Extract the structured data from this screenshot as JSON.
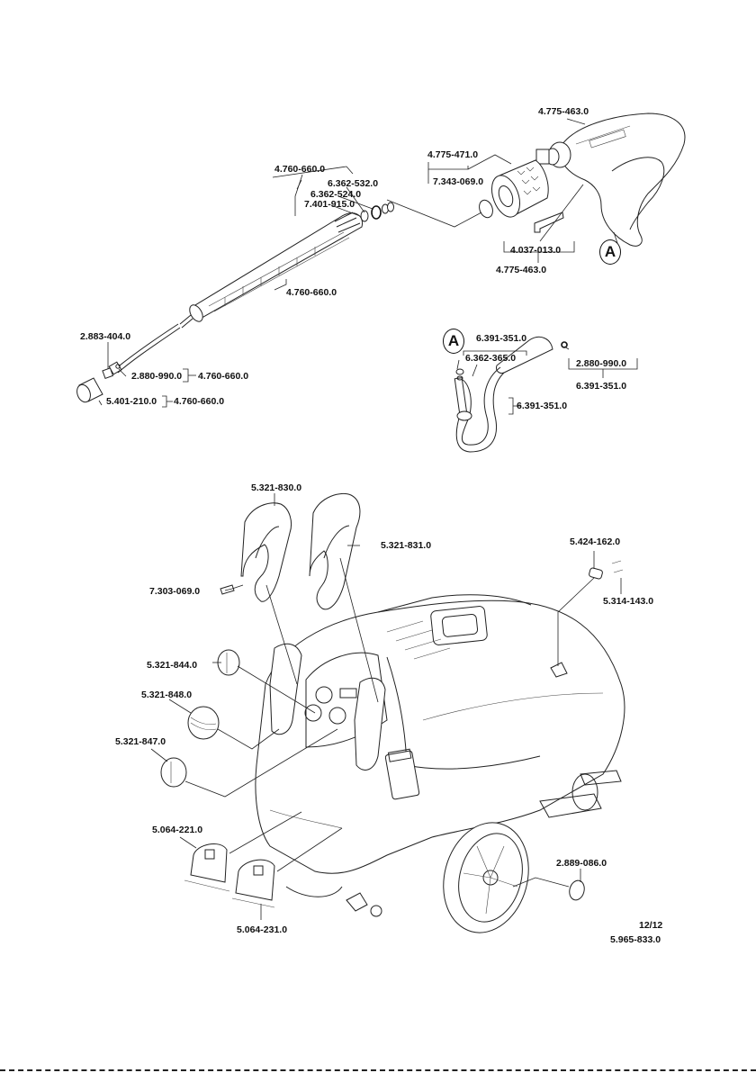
{
  "document": {
    "page": "12/12",
    "doc_number": "5.965-833.0",
    "callout_marker": "A"
  },
  "gun_assembly": {
    "labels": {
      "gun": "4.775-463.0",
      "gun_kit": "4.775-463.0",
      "trigger_lock": "4.037-013.0",
      "grip_sleeve": "4.775-471.0",
      "circlip": "7.343-069.0"
    }
  },
  "lance_assembly": {
    "labels": {
      "lance": "4.760-660.0",
      "lance_body": "4.760-660.0",
      "seal_kit": "6.362-532.0",
      "o_ring_1": "6.362-524.0",
      "o_ring_2": "7.401-915.0",
      "nozzle_insert": "2.883-404.0",
      "o_ring_nozzle": "2.880-990.0",
      "o_ring_nozzle_ref": "4.760-660.0",
      "nozzle_cap": "5.401-210.0",
      "nozzle_cap_ref": "4.760-660.0"
    }
  },
  "hose_assembly": {
    "labels": {
      "hose": "6.391-351.0",
      "seal": "6.362-365.0",
      "o_ring": "2.880-990.0",
      "o_ring_ref": "6.391-351.0",
      "hose_body": "6.391-351.0"
    }
  },
  "machine_assembly": {
    "labels": {
      "holder_left": "5.321-830.0",
      "holder_right": "5.321-831.0",
      "screw": "7.303-069.0",
      "latch": "5.424-162.0",
      "pin": "5.314-143.0",
      "knob_1": "5.321-844.0",
      "knob_2": "5.321-848.0",
      "knob_3": "5.321-847.0",
      "clip_1": "5.064-221.0",
      "clip_2": "5.064-231.0",
      "wheel_cap": "2.889-086.0"
    }
  }
}
